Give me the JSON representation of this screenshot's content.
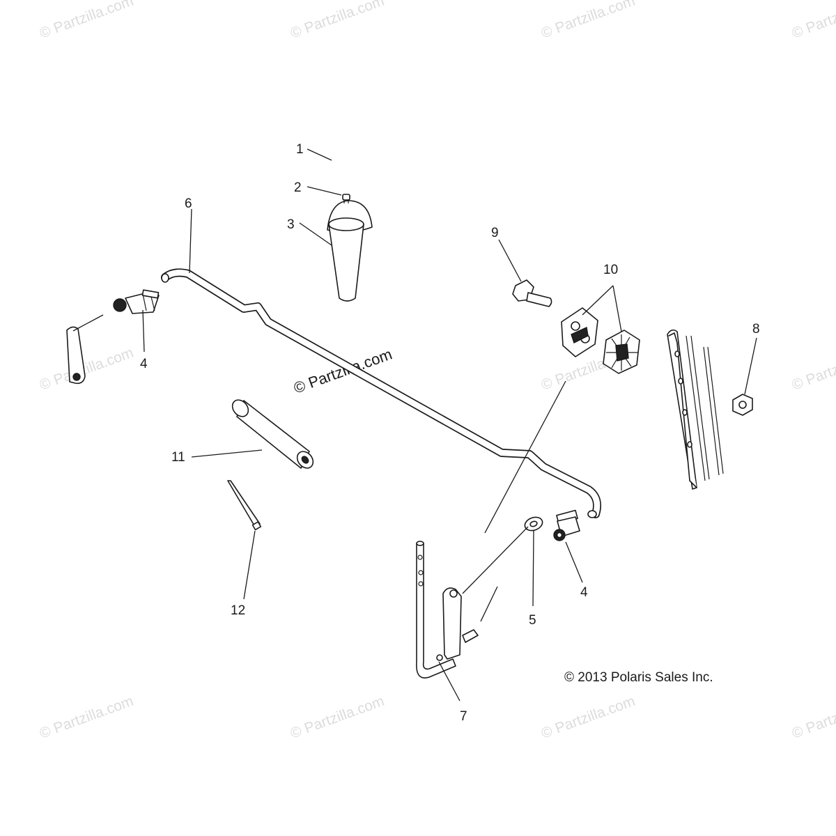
{
  "watermark": "© Partzilla.com",
  "copyright": "© 2013 Polaris Sales Inc.",
  "callouts": {
    "c1": "1",
    "c2": "2",
    "c3": "3",
    "c4a": "4",
    "c4b": "4",
    "c5": "5",
    "c6": "6",
    "c7": "7",
    "c8": "8",
    "c9": "9",
    "c10": "10",
    "c11": "11",
    "c12": "12"
  }
}
